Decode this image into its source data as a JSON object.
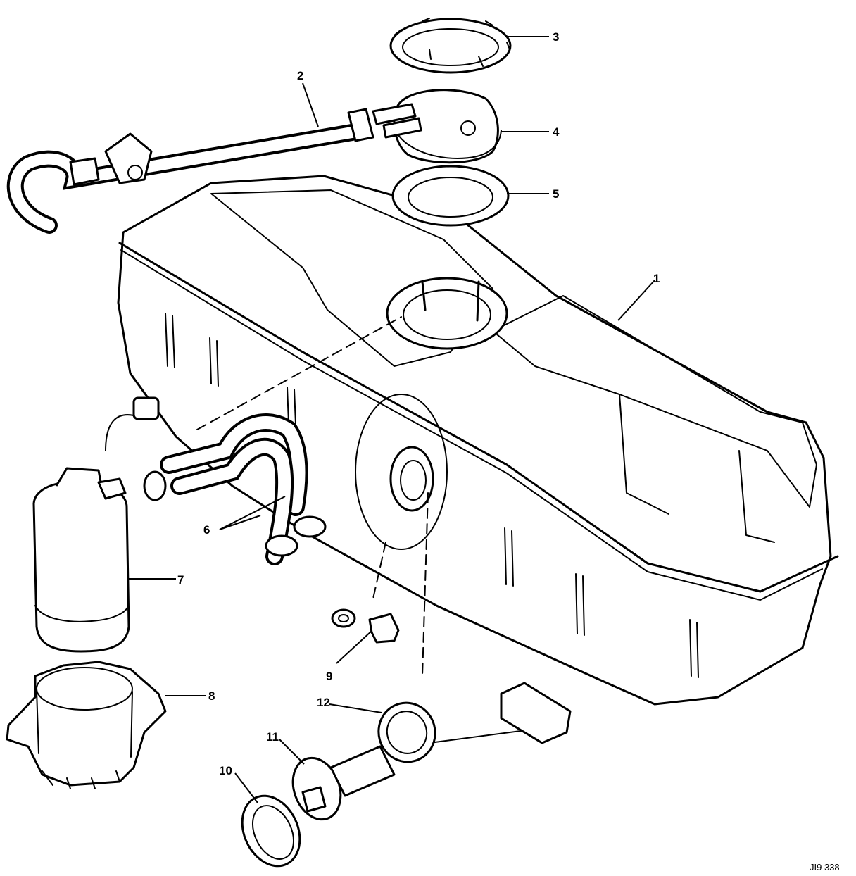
{
  "figure": {
    "reference_code": "JI9 338",
    "callouts": [
      {
        "id": "1",
        "label": "1"
      },
      {
        "id": "2",
        "label": "2"
      },
      {
        "id": "3",
        "label": "3"
      },
      {
        "id": "4",
        "label": "4"
      },
      {
        "id": "5",
        "label": "5"
      },
      {
        "id": "6",
        "label": "6"
      },
      {
        "id": "7",
        "label": "7"
      },
      {
        "id": "8",
        "label": "8"
      },
      {
        "id": "9",
        "label": "9"
      },
      {
        "id": "10",
        "label": "10"
      },
      {
        "id": "11",
        "label": "11"
      },
      {
        "id": "12",
        "label": "12"
      }
    ]
  }
}
